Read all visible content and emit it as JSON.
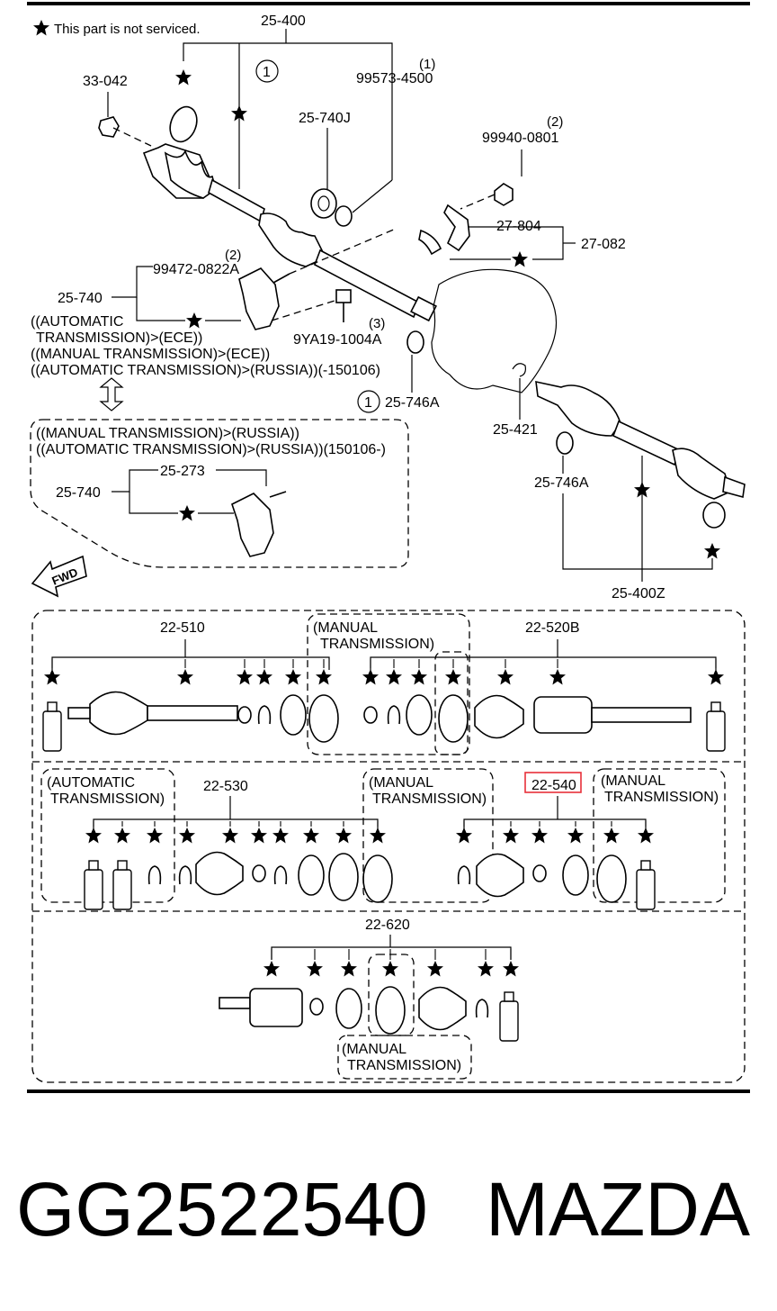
{
  "legend": {
    "note": "This part is not serviced."
  },
  "top": {
    "assembly_front": "25-400",
    "callout_1": "1",
    "nut": "33-042",
    "bolt_1": {
      "part": "99573-4500",
      "qty": "(1)"
    },
    "bearing": "25-740J",
    "nut_2": {
      "part": "99940-0801",
      "qty": "(2)"
    },
    "clamp": "27-804",
    "clamp_assy": "27-082",
    "bolt_2": {
      "part": "99472-0822A",
      "qty": "(2)"
    },
    "bracket": "25-740",
    "bolt_3": {
      "part": "9YA19-1004A",
      "qty": "(3)"
    },
    "cond_ece_1": "((AUTOMATIC",
    "cond_ece_2": "TRANSMISSION)>(ECE))",
    "cond_ece_3": "((MANUAL TRANSMISSION)>(ECE))",
    "cond_ece_4": "((AUTOMATIC TRANSMISSION)>(RUSSIA))(-150106)",
    "seal_left": "25-746A",
    "callout_1b": "1",
    "snap_ring": "25-421",
    "seal_right": "25-746A",
    "assembly_rear": "25-400Z",
    "russia_1": "((MANUAL TRANSMISSION)>(RUSSIA))",
    "russia_2": "((AUTOMATIC TRANSMISSION)>(RUSSIA))(150106-)",
    "russia_bracket": "25-740",
    "russia_bolt": "25-273",
    "fwd": "FWD"
  },
  "kits": {
    "k510": "22-510",
    "k520b": "22-520B",
    "k530": "22-530",
    "k540": "22-540",
    "k620": "22-620",
    "manual_1": "(MANUAL",
    "manual_2": "TRANSMISSION)",
    "auto_1": "(AUTOMATIC",
    "auto_2": "TRANSMISSION)"
  },
  "footer": {
    "part_number": "GG2522540",
    "brand": "MAZDA"
  },
  "colors": {
    "highlight": "#e8303a",
    "line": "#000000"
  }
}
